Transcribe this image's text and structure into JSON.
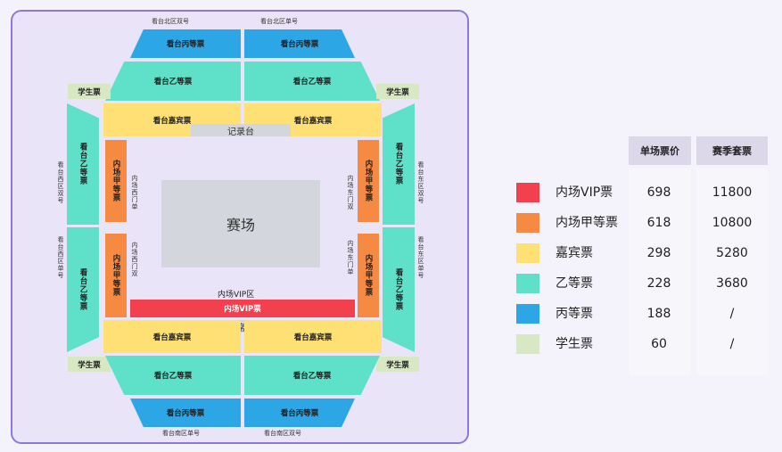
{
  "map": {
    "north_even_label": "看台北区双号",
    "north_odd_label": "看台北区单号",
    "south_odd_label": "看台南区单号",
    "south_even_label": "看台南区双号",
    "west_even_label": "看台西区双号",
    "west_odd_label": "看台西区单号",
    "east_even_label": "看台东区双号",
    "east_odd_label": "看台东区单号",
    "stand_c": "看台丙等票",
    "stand_b": "看台乙等票",
    "stand_guest": "看台嘉宾票",
    "student": "学生票",
    "inner_a": "内场甲等票",
    "record_desk": "记录台",
    "main_desk": "主席台",
    "arena": "赛场",
    "inner_vip_area": "内场VIP区",
    "inner_vip_ticket": "内场VIP票",
    "inner_west_odd": "内场西门单",
    "inner_west_even": "内场西门双",
    "inner_east_even": "内场东门双",
    "inner_east_odd": "内场东门单"
  },
  "legend": {
    "header_single": "单场票价",
    "header_season": "赛季套票",
    "rows": [
      {
        "name": "内场VIP票",
        "single": "698",
        "season": "11800",
        "color": "#f2404f"
      },
      {
        "name": "内场甲等票",
        "single": "618",
        "season": "10800",
        "color": "#f78a42"
      },
      {
        "name": "嘉宾票",
        "single": "298",
        "season": "5280",
        "color": "#ffe075"
      },
      {
        "name": "乙等票",
        "single": "228",
        "season": "3680",
        "color": "#5fe0c8"
      },
      {
        "name": "丙等票",
        "single": "188",
        "season": "/",
        "color": "#2da6e6"
      },
      {
        "name": "学生票",
        "single": "60",
        "season": "/",
        "color": "#d7e8c2"
      }
    ]
  }
}
